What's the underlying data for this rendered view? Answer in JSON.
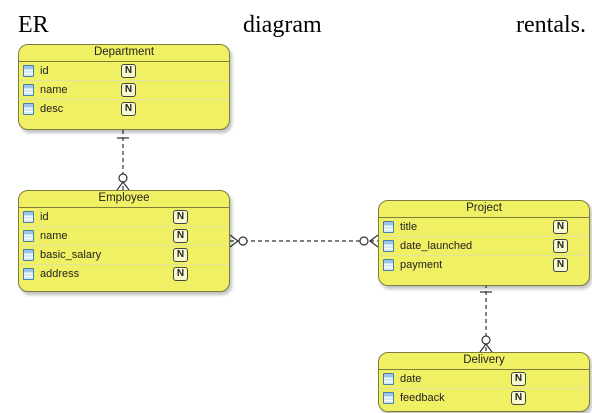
{
  "caption": {
    "words": [
      "ER",
      "diagram",
      "rentals."
    ]
  },
  "entities": {
    "department": {
      "title": "Department",
      "attributes": [
        {
          "name": "id",
          "badge": "N"
        },
        {
          "name": "name",
          "badge": "N"
        },
        {
          "name": "desc",
          "badge": "N"
        }
      ]
    },
    "employee": {
      "title": "Employee",
      "attributes": [
        {
          "name": "id",
          "badge": "N"
        },
        {
          "name": "name",
          "badge": "N"
        },
        {
          "name": "basic_salary",
          "badge": "N"
        },
        {
          "name": "address",
          "badge": "N"
        }
      ]
    },
    "project": {
      "title": "Project",
      "attributes": [
        {
          "name": "title",
          "badge": "N"
        },
        {
          "name": "date_launched",
          "badge": "N"
        },
        {
          "name": "payment",
          "badge": "N"
        }
      ]
    },
    "delivery": {
      "title": "Delivery",
      "attributes": [
        {
          "name": "date",
          "badge": "N"
        },
        {
          "name": "feedback",
          "badge": "N"
        }
      ]
    }
  },
  "colors": {
    "entity_fill": "#f0f064",
    "entity_border": "#7d7d3c",
    "connector": "#333333",
    "column_icon": "#4a7fa8"
  },
  "relationships": [
    {
      "from": "Department",
      "to": "Employee",
      "from_cardinality": "one",
      "to_cardinality": "zero-or-many"
    },
    {
      "from": "Employee",
      "to": "Project",
      "from_cardinality": "zero-or-many",
      "to_cardinality": "zero-or-many"
    },
    {
      "from": "Project",
      "to": "Delivery",
      "from_cardinality": "one",
      "to_cardinality": "zero-or-many"
    }
  ]
}
